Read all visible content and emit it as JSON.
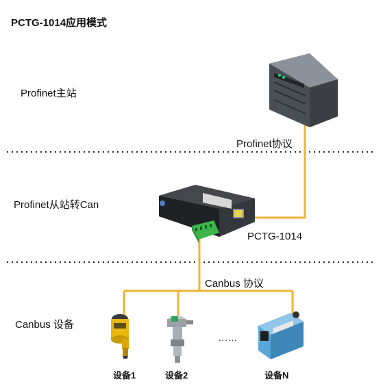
{
  "title": "PCTG-1014应用模式",
  "layers": {
    "master": "Profinet主站",
    "slave": "Profinet从站转Can",
    "canbus": "Canbus 设备"
  },
  "links": {
    "profinet_protocol": "Profinet协议",
    "canbus_protocol": "Canbus 协议"
  },
  "gateway": {
    "model": "PCTG-1014"
  },
  "devices": {
    "d1": "设备1",
    "d2": "设备2",
    "ellipsis": "......",
    "dn": "设备N"
  },
  "colors": {
    "wire": "#F2B233",
    "divider": "#222222",
    "plc_body": "#4a4f55",
    "gateway_body": "#2c2f33",
    "terminal_green": "#3bb54a",
    "sensor_yellow": "#e8b710",
    "sensor_blue": "#5aa6d8"
  }
}
